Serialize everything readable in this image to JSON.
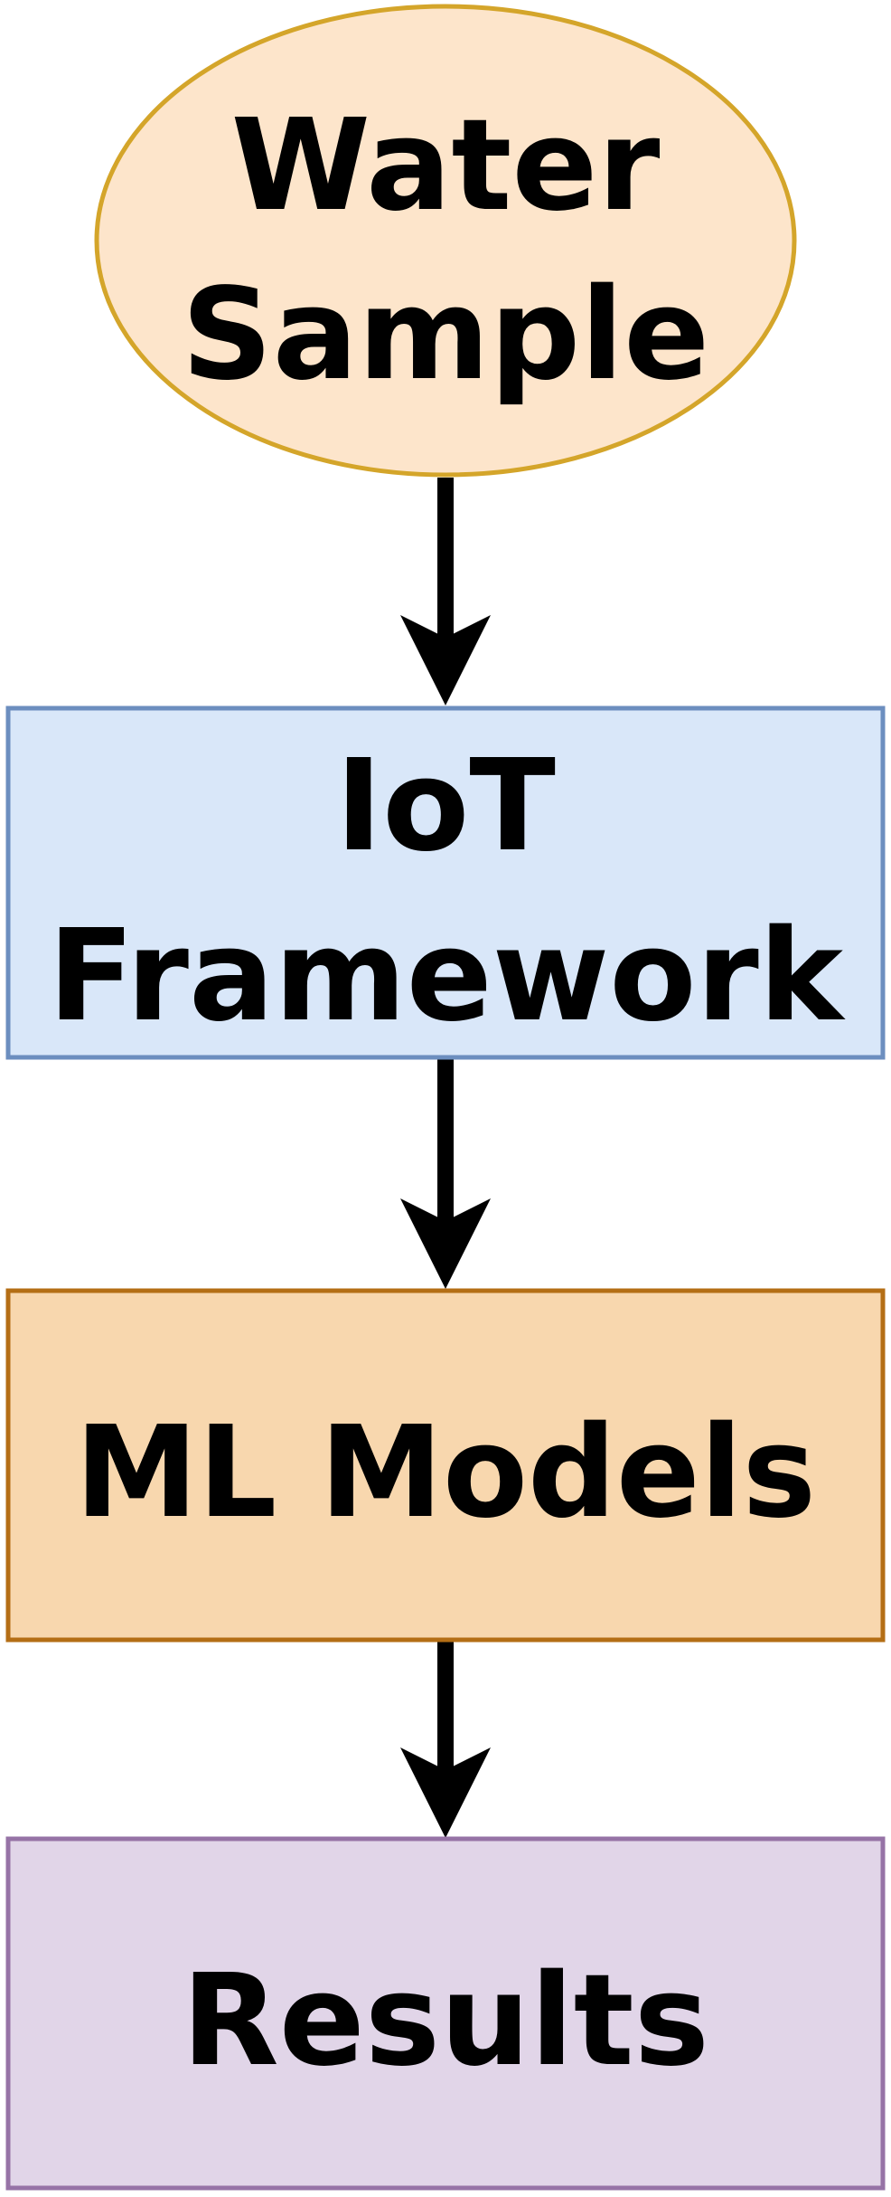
{
  "diagram": {
    "type": "flowchart",
    "nodes": [
      {
        "id": "water-sample",
        "shape": "ellipse",
        "lines": [
          "Water",
          "Sample"
        ],
        "fill": "#FDE5CB",
        "stroke": "#D4A52A"
      },
      {
        "id": "iot-framework",
        "shape": "rectangle",
        "lines": [
          "IoT",
          "Framework"
        ],
        "fill": "#D9E7F9",
        "stroke": "#6C8EBF"
      },
      {
        "id": "ml-models",
        "shape": "rectangle",
        "lines": [
          "ML Models"
        ],
        "fill": "#F8D7AE",
        "stroke": "#B46E15"
      },
      {
        "id": "results",
        "shape": "rectangle",
        "lines": [
          "Results"
        ],
        "fill": "#E1D5E8",
        "stroke": "#9673A6"
      }
    ],
    "edges": [
      {
        "from": "water-sample",
        "to": "iot-framework"
      },
      {
        "from": "iot-framework",
        "to": "ml-models"
      },
      {
        "from": "ml-models",
        "to": "results"
      }
    ],
    "arrow_color": "#000000",
    "text_color": "#000000"
  }
}
